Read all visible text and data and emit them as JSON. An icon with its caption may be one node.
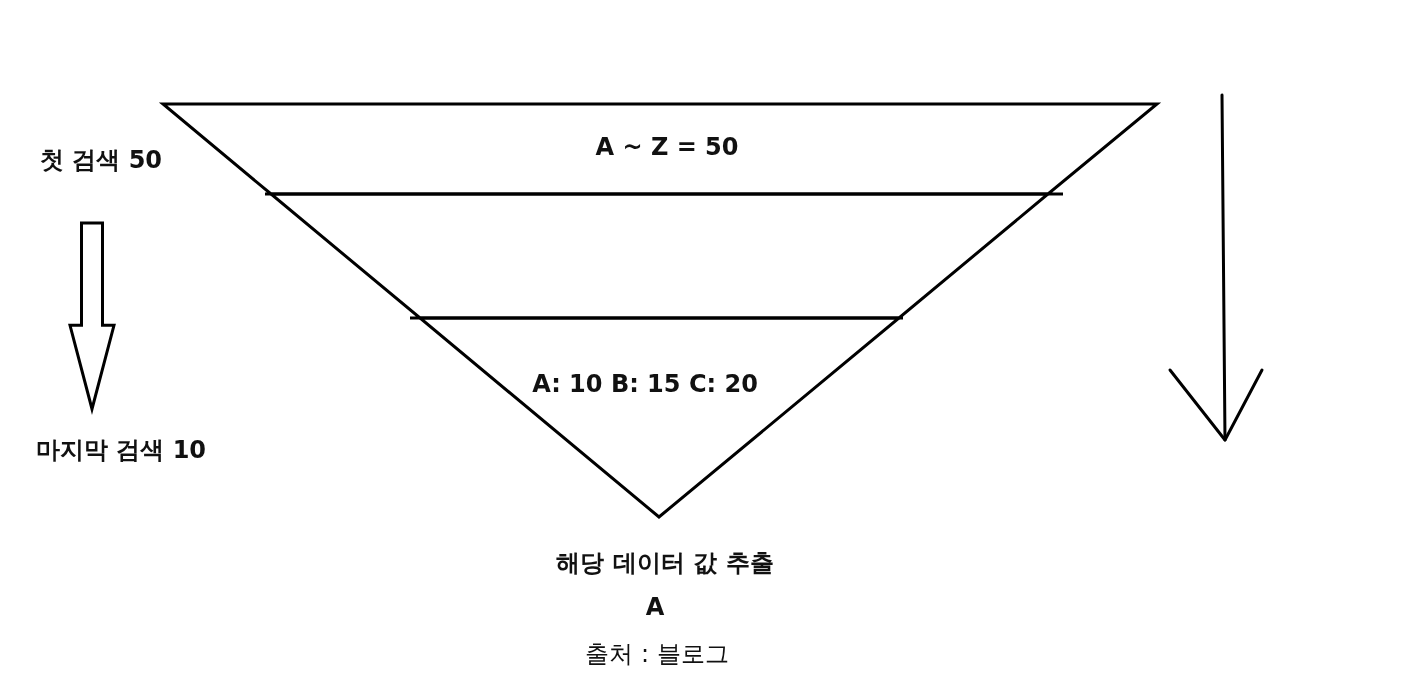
{
  "diagram": {
    "caption": "출처 : 블로그",
    "nodes": [
      {
        "text": [
          "A ~ Z = 50"
        ]
      },
      {
        "text": [],
        "shape": "trapezoid"
      },
      {
        "text": [
          "A: 10 B: 15 C: 20"
        ]
      },
      {
        "text": [
          "첫 검색 50"
        ]
      },
      {
        "text": [
          "마지막 검색 10"
        ]
      }
    ],
    "edges": [
      {
        "from": 3,
        "to": 4,
        "arrow": "to"
      }
    ],
    "labels": [
      "해당 데이터 값 추출",
      "A"
    ]
  }
}
